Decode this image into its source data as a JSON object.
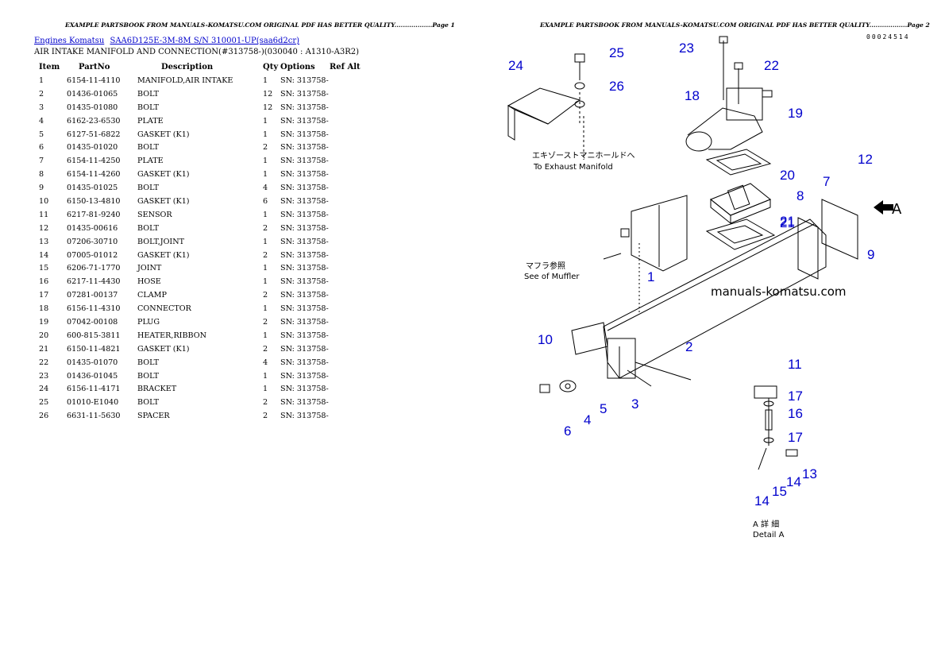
{
  "header": {
    "page1": "EXAMPLE PARTSBOOK FROM MANUALS-KOMATSU.COM ORIGINAL PDF HAS BETTER QUALITY..................Page 1",
    "page2": "EXAMPLE PARTSBOOK FROM MANUALS-KOMATSU.COM ORIGINAL PDF HAS BETTER QUALITY..................Page 2"
  },
  "breadcrumb": {
    "link1": "Engines Komatsu",
    "link2": "SAA6D125E-3M-8M S/N 310001-UP(saa6d2cr)"
  },
  "subtitle": "AIR INTAKE MANIFOLD AND CONNECTION(#313758-)(030040 : A1310-A3R2)",
  "table": {
    "headers": [
      "Item",
      "PartNo",
      "Description",
      "Qty",
      "Options",
      "Ref Alt"
    ],
    "rows": [
      [
        "1",
        "6154-11-4110",
        "MANIFOLD,AIR INTAKE",
        "1",
        "SN: 313758-"
      ],
      [
        "2",
        "01436-01065",
        "BOLT",
        "12",
        "SN: 313758-"
      ],
      [
        "3",
        "01435-01080",
        "BOLT",
        "12",
        "SN: 313758-"
      ],
      [
        "4",
        "6162-23-6530",
        "PLATE",
        "1",
        "SN: 313758-"
      ],
      [
        "5",
        "6127-51-6822",
        "GASKET (K1)",
        "1",
        "SN: 313758-"
      ],
      [
        "6",
        "01435-01020",
        "BOLT",
        "2",
        "SN: 313758-"
      ],
      [
        "7",
        "6154-11-4250",
        "PLATE",
        "1",
        "SN: 313758-"
      ],
      [
        "8",
        "6154-11-4260",
        "GASKET (K1)",
        "1",
        "SN: 313758-"
      ],
      [
        "9",
        "01435-01025",
        "BOLT",
        "4",
        "SN: 313758-"
      ],
      [
        "10",
        "6150-13-4810",
        "GASKET (K1)",
        "6",
        "SN: 313758-"
      ],
      [
        "11",
        "6217-81-9240",
        "SENSOR",
        "1",
        "SN: 313758-"
      ],
      [
        "12",
        "01435-00616",
        "BOLT",
        "2",
        "SN: 313758-"
      ],
      [
        "13",
        "07206-30710",
        "BOLT,JOINT",
        "1",
        "SN: 313758-"
      ],
      [
        "14",
        "07005-01012",
        "GASKET (K1)",
        "2",
        "SN: 313758-"
      ],
      [
        "15",
        "6206-71-1770",
        "JOINT",
        "1",
        "SN: 313758-"
      ],
      [
        "16",
        "6217-11-4430",
        "HOSE",
        "1",
        "SN: 313758-"
      ],
      [
        "17",
        "07281-00137",
        "CLAMP",
        "2",
        "SN: 313758-"
      ],
      [
        "18",
        "6156-11-4310",
        "CONNECTOR",
        "1",
        "SN: 313758-"
      ],
      [
        "19",
        "07042-00108",
        "PLUG",
        "2",
        "SN: 313758-"
      ],
      [
        "20",
        "600-815-3811",
        "HEATER,RIBBON",
        "1",
        "SN: 313758-"
      ],
      [
        "21",
        "6150-11-4821",
        "GASKET (K1)",
        "2",
        "SN: 313758-"
      ],
      [
        "22",
        "01435-01070",
        "BOLT",
        "4",
        "SN: 313758-"
      ],
      [
        "23",
        "01436-01045",
        "BOLT",
        "1",
        "SN: 313758-"
      ],
      [
        "24",
        "6156-11-4171",
        "BRACKET",
        "1",
        "SN: 313758-"
      ],
      [
        "25",
        "01010-E1040",
        "BOLT",
        "2",
        "SN: 313758-"
      ],
      [
        "26",
        "6631-11-5630",
        "SPACER",
        "2",
        "SN: 313758-"
      ]
    ]
  },
  "diagram": {
    "code": "00024514",
    "jp_exhaust": "エキゾーストマニホールドへ",
    "en_exhaust": "To Exhaust Manifold",
    "jp_muffler": "マフラ参照",
    "en_muffler": "See of Muffler",
    "watermark": "manuals-komatsu.com",
    "detail_jp": "A 詳 細",
    "detail_en": "Detail A",
    "arrow_label": "A",
    "callouts": [
      "1",
      "2",
      "3",
      "4",
      "5",
      "6",
      "7",
      "8",
      "9",
      "10",
      "11",
      "12",
      "13",
      "14",
      "14",
      "15",
      "16",
      "17",
      "17",
      "18",
      "19",
      "20",
      "21",
      "21",
      "22",
      "23",
      "24",
      "25",
      "26"
    ],
    "callout_color": "#0000cc"
  }
}
